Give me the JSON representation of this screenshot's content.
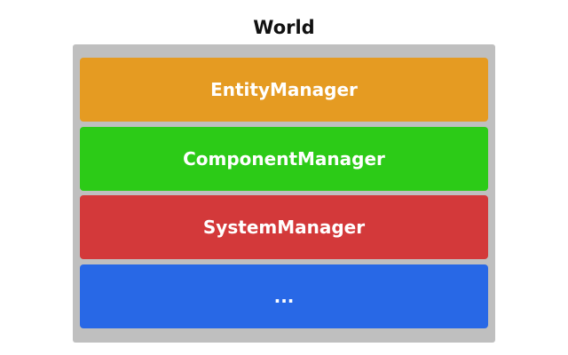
{
  "diagram": {
    "title": "World",
    "container_color": "#bfbfbf",
    "blocks": [
      {
        "label": "EntityManager",
        "color": "#e59b22"
      },
      {
        "label": "ComponentManager",
        "color": "#2ccb17"
      },
      {
        "label": "SystemManager",
        "color": "#d3393a"
      },
      {
        "label": "...",
        "color": "#2868e6"
      }
    ]
  }
}
